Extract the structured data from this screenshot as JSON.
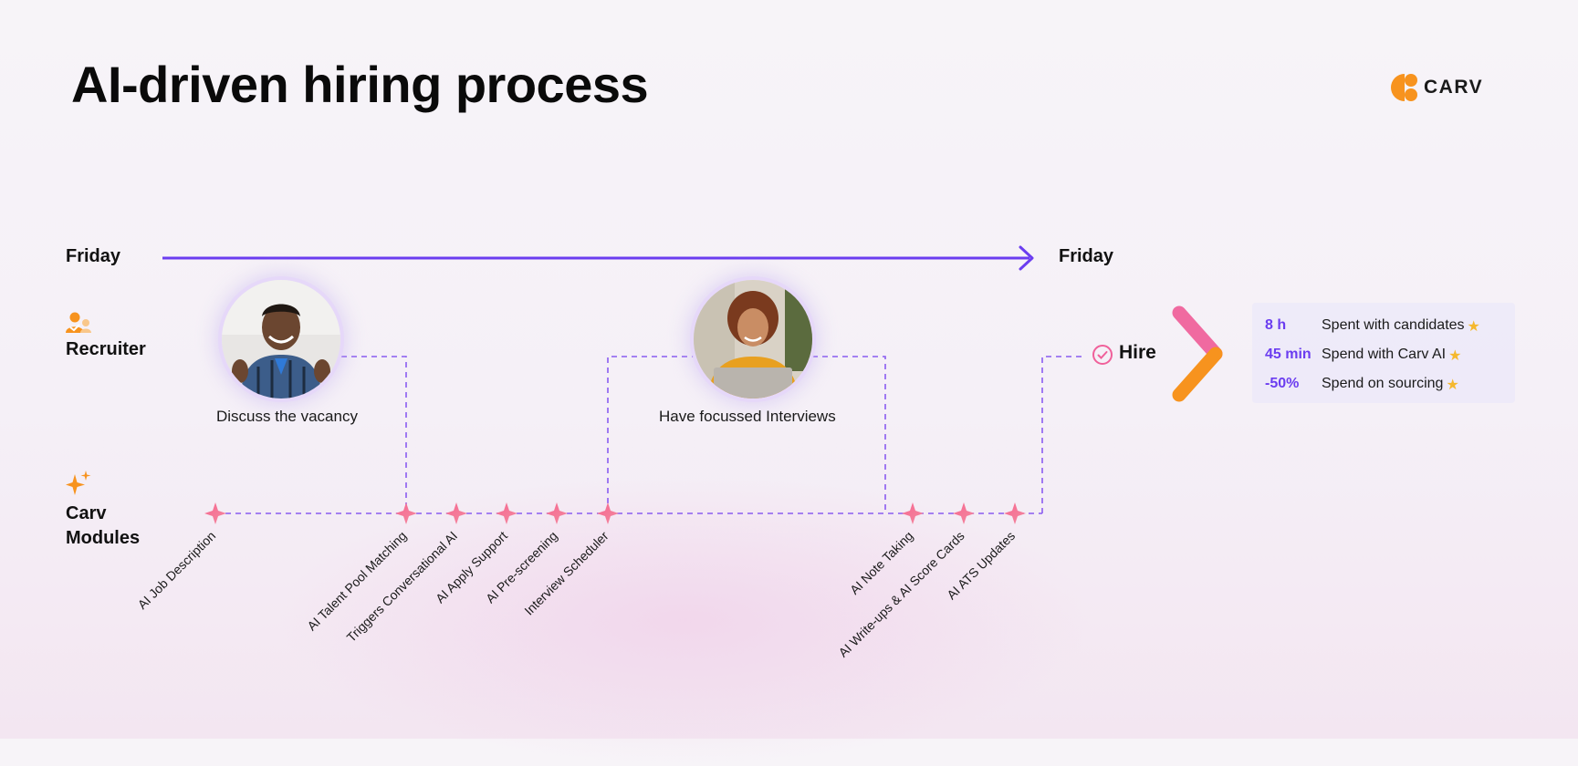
{
  "title": "AI-driven hiring process",
  "logo": {
    "text": "CARV",
    "color": "#f7931e"
  },
  "timeline": {
    "start_label": "Friday",
    "end_label": "Friday",
    "color": "#6b3df0"
  },
  "rows": {
    "recruiter": {
      "label": "Recruiter",
      "icon": "person-check-icon"
    },
    "modules": {
      "label_line1": "Carv",
      "label_line2": "Modules",
      "icon": "sparkle-icon"
    }
  },
  "recruiter_steps": [
    {
      "caption": "Discuss the vacancy",
      "image": "man-portrait"
    },
    {
      "caption": "Have focussed Interviews",
      "image": "woman-portrait"
    }
  ],
  "modules": [
    "AI Job Description",
    "AI Talent Pool Matching",
    "Triggers Conversational AI",
    "AI Apply Support",
    "AI Pre-screening",
    "Interview Scheduler",
    "AI Note Taking",
    "AI Write-ups & AI Score Cards",
    "AI ATS Updates"
  ],
  "hire": {
    "label": "Hire",
    "icon": "check-circle-icon"
  },
  "stats": [
    {
      "value": "8 h",
      "text": "Spent with candidates",
      "icon": "star-icon"
    },
    {
      "value": "45 min",
      "text": "Spend with Carv AI",
      "icon": "star-icon"
    },
    {
      "value": "-50%",
      "text": "Spend on sourcing",
      "icon": "star-icon"
    }
  ],
  "colors": {
    "accent": "#6b3df0",
    "dashed": "#8a5cf0",
    "pink": "#f0609a",
    "orange": "#f7931e"
  }
}
